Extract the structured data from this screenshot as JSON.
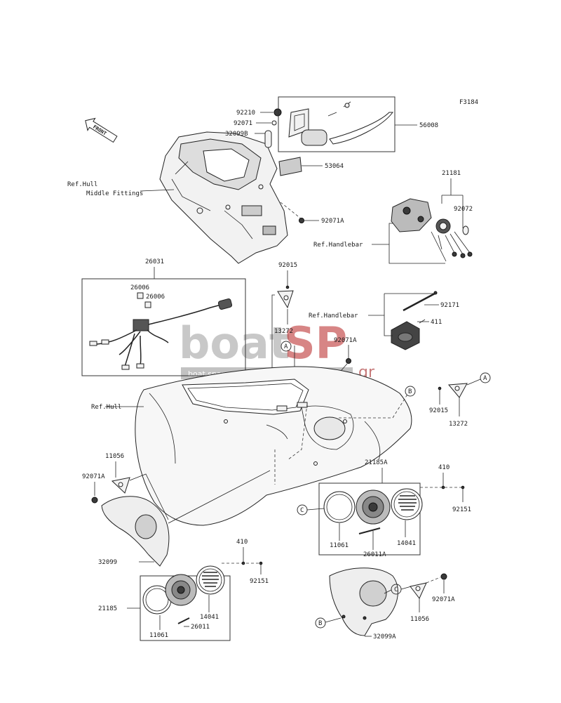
{
  "figure_code": "F3184",
  "front_label": "FRONT",
  "watermark": {
    "brand_grey": "boat",
    "brand_red": "SP",
    "suffix": ".gr",
    "tagline": "boat spare parts"
  },
  "refs": {
    "hull_middle_line1": "Ref.Hull",
    "hull_middle_line2": "Middle Fittings",
    "handlebar_1": "Ref.Handlebar",
    "handlebar_2": "Ref.Handlebar",
    "hull": "Ref.Hull"
  },
  "callout_letters": {
    "a": "A",
    "b": "B",
    "c": "C"
  },
  "part_numbers": {
    "p92210": "92210",
    "p92071": "92071",
    "p32099b": "32099B",
    "p56008": "56008",
    "p53064": "53064",
    "p92071a_top": "92071A",
    "p21181": "21181",
    "p92072": "92072",
    "p26031": "26031",
    "p26006_a": "26006",
    "p26006_b": "26006",
    "p92015_mid": "92015",
    "p13272_mid": "13272",
    "p92171": "92171",
    "p411": "411",
    "p92071a_mid": "92071A",
    "p92015_right": "92015",
    "p13272_right": "13272",
    "p11056_left": "11056",
    "p92071a_left": "92071A",
    "p21185a": "21185A",
    "p410_right": "410",
    "p92151_right": "92151",
    "p11061_right": "11061",
    "p14041_right": "14041",
    "p26011a": "26011A",
    "p32099": "32099",
    "p410_left": "410",
    "p92151_left": "92151",
    "p21185": "21185",
    "p14041_left": "14041",
    "p11061_left": "11061",
    "p26011": "26011",
    "p32099a": "32099A",
    "p11056_right": "11056",
    "p92071a_right": "92071A"
  }
}
